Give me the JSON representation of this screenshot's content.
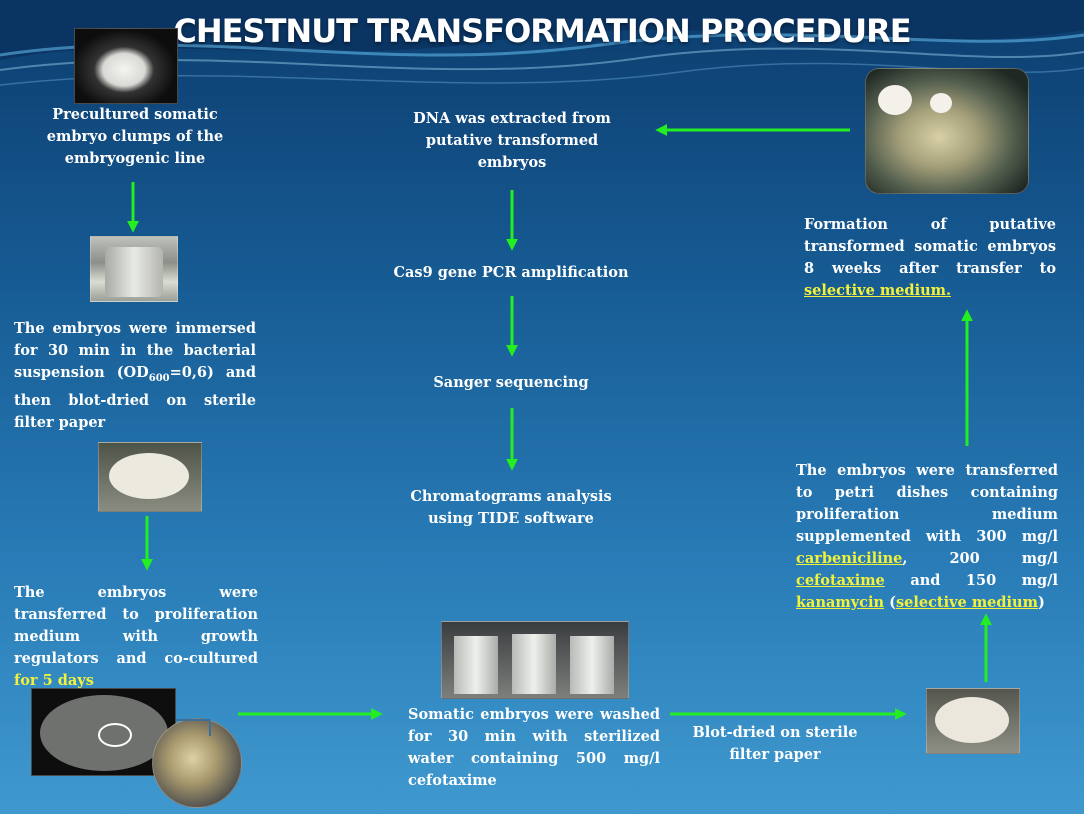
{
  "title": "CHESTNUT TRANSFORMATION PROCEDURE",
  "steps": {
    "preculture": "Precultured somatic embryo clumps of the embryogenic line",
    "immersion": {
      "pre": "The embryos were immersed for 30 min in the bacterial suspension (OD",
      "sub": "600",
      "post": "=0,6) and then blot-dried on sterile filter paper"
    },
    "coculture": {
      "main": "The embryos were transferred to proliferation medium with growth regulators and co-cultured",
      "highlight": "for 5 days"
    },
    "wash": "Somatic embryos were washed for 30 min with sterilized water containing 500 mg/l cefotaxime",
    "blot": "Blot-dried on sterile filter paper",
    "selective": {
      "t1": "The embryos were transferred to petri dishes containing proliferation medium supplemented with 300 mg/l",
      "carb": "carbeniciline",
      "t2": ", 200 mg/l",
      "cefo": "cefotaxime",
      "t3": "and 150 mg/l",
      "kana": "kanamycin",
      "t4": "(",
      "sel": "selective medium",
      "t5": ")"
    },
    "formation": {
      "main": "Formation of putative transformed somatic embryos 8 weeks after transfer to",
      "sel": "selective medium."
    },
    "dna": "DNA was extracted from putative transformed embryos",
    "pcr": "Cas9 gene PCR amplification",
    "sanger": "Sanger sequencing",
    "chromatogram": "Chromatograms analysis using TIDE software"
  },
  "colors": {
    "arrow": "#22ee22",
    "highlight": "#f2f23a",
    "background_top": "#0c3d6e",
    "background_bottom": "#3f99cf"
  },
  "photos": [
    "embryo-clump-photo",
    "bacterial-suspension-jar-photo",
    "filter-paper-dish-photo",
    "coculture-petri-dish-photo",
    "embryo-closeup-photo",
    "washing-beakers-photo",
    "selective-medium-dish-photo",
    "putative-transformed-embryos-photo"
  ]
}
